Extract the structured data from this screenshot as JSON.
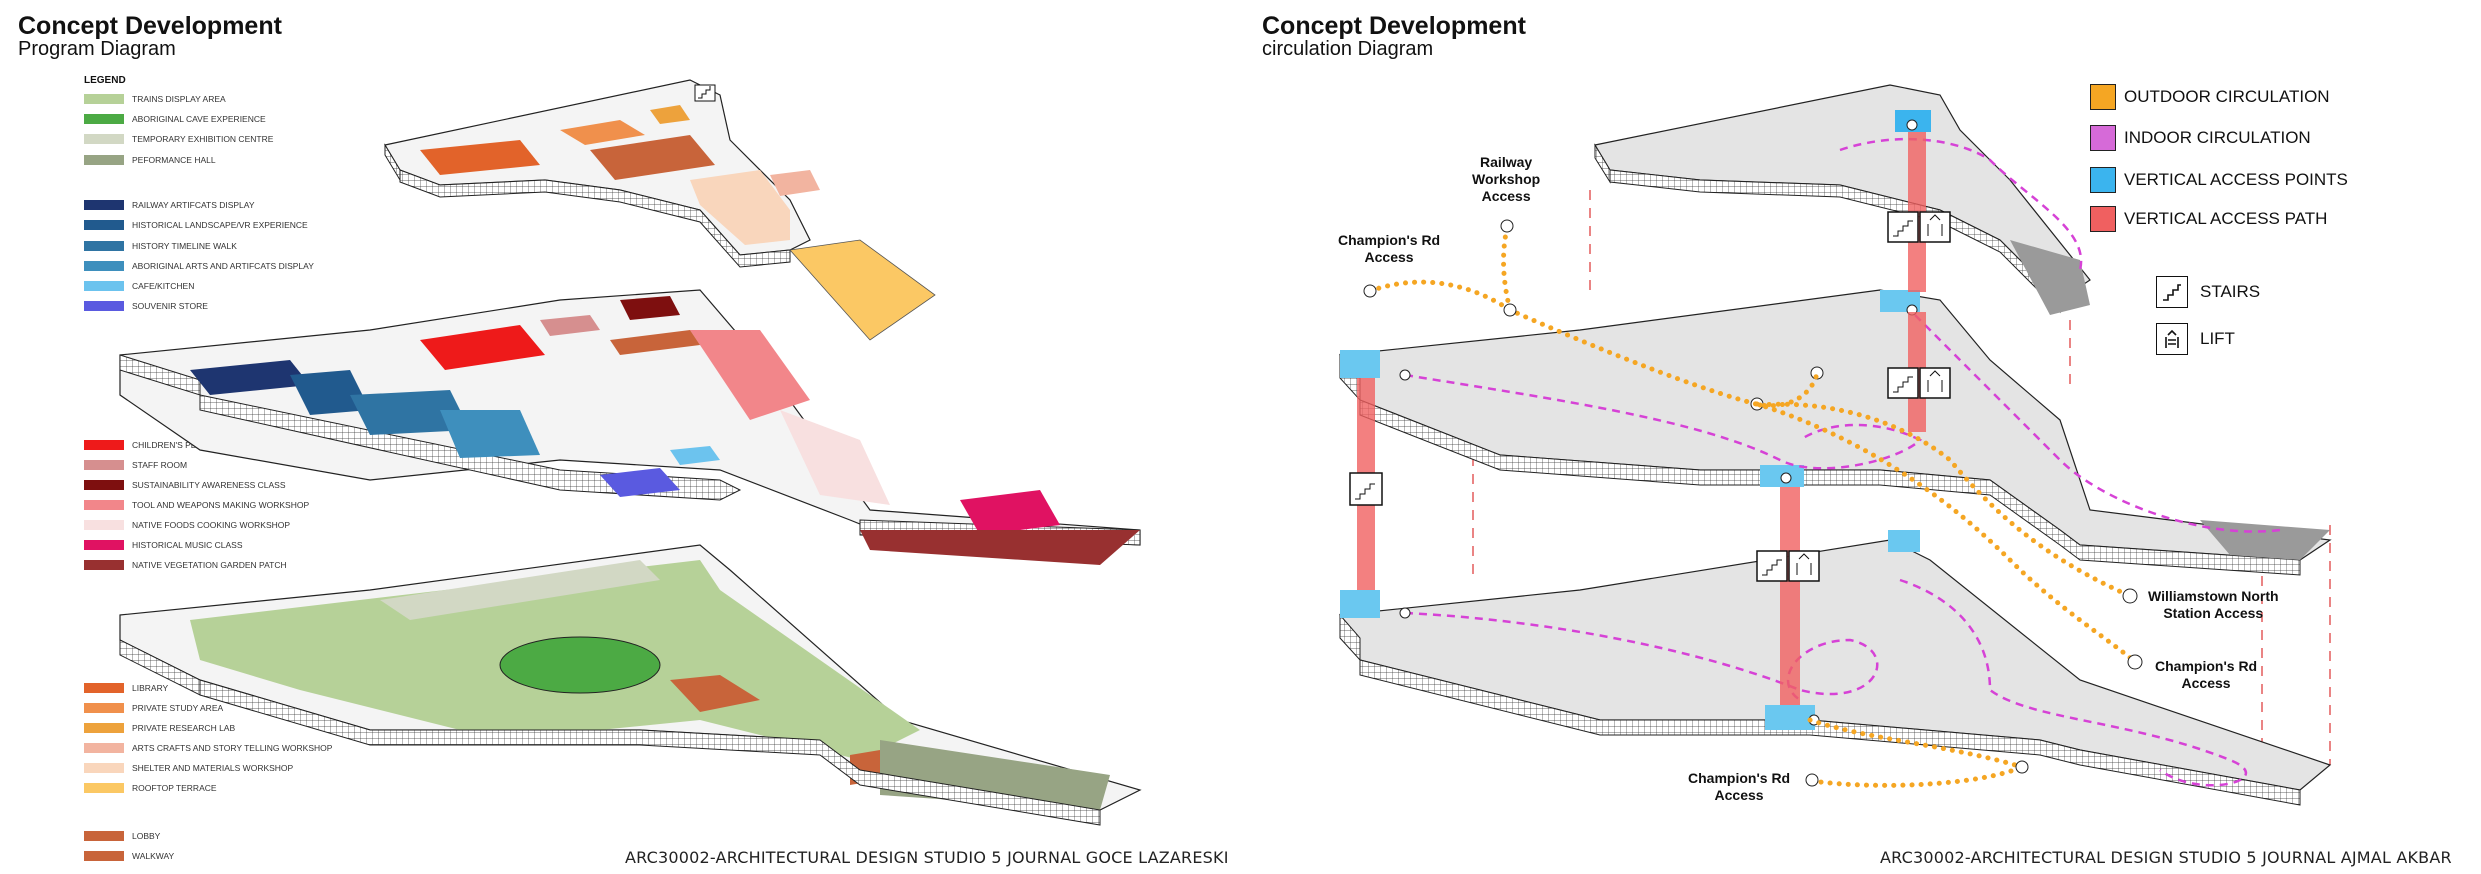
{
  "left_panel": {
    "title": "Concept Development",
    "subtitle": "Program Diagram",
    "legend_title": "LEGEND",
    "footer": "ARC30002-ARCHITECTURAL DESIGN STUDIO 5   JOURNAL  GOCE LAZARESKI",
    "legend_groups": [
      [
        {
          "label": "TRAINS DISPLAY AREA",
          "color": "#b6d198"
        },
        {
          "label": "ABORIGINAL CAVE EXPERIENCE",
          "color": "#4caa44"
        },
        {
          "label": "TEMPORARY EXHIBITION CENTRE",
          "color": "#d2d8c4"
        },
        {
          "label": "PEFORMANCE HALL",
          "color": "#97a484"
        }
      ],
      [
        {
          "label": "RAILWAY ARTIFCATS DISPLAY",
          "color": "#1e3570"
        },
        {
          "label": "HISTORICAL LANDSCAPE/VR EXPERIENCE",
          "color": "#215a8e"
        },
        {
          "label": "HISTORY TIMELINE WALK",
          "color": "#2f74a3"
        },
        {
          "label": "ABORIGINAL ARTS AND ARTIFCATS DISPLAY",
          "color": "#3e8fbd"
        },
        {
          "label": "CAFE/KITCHEN",
          "color": "#6cc3ee"
        },
        {
          "label": "SOUVENIR STORE",
          "color": "#5a5ae0"
        }
      ],
      [
        {
          "label": "CHILDREN'S PLAYGROUND AREA",
          "color": "#ee1a1a"
        },
        {
          "label": "STAFF ROOM",
          "color": "#d68f8f"
        },
        {
          "label": "SUSTAINABILITY AWARENESS CLASS",
          "color": "#7e0f0f"
        },
        {
          "label": "TOOL AND WEAPONS MAKING WORKSHOP",
          "color": "#f2868a"
        },
        {
          "label": "NATIVE FOODS COOKING WORKSHOP",
          "color": "#f8e0e0"
        },
        {
          "label": "HISTORICAL MUSIC CLASS",
          "color": "#e01262"
        },
        {
          "label": "NATIVE VEGETATION GARDEN PATCH",
          "color": "#983030"
        }
      ],
      [
        {
          "label": "LIBRARY",
          "color": "#e2632a"
        },
        {
          "label": "PRIVATE STUDY AREA",
          "color": "#f0904c"
        },
        {
          "label": "PRIVATE RESEARCH LAB",
          "color": "#eda23c"
        },
        {
          "label": "ARTS CRAFTS AND STORY TELLING WORKSHOP",
          "color": "#f2b4a0"
        },
        {
          "label": "SHELTER AND MATERIALS WORKSHOP",
          "color": "#f9d6bc"
        },
        {
          "label": "ROOFTOP TERRACE",
          "color": "#fbc864"
        }
      ],
      [
        {
          "label": "LOBBY",
          "color": "#c8643a"
        },
        {
          "label": "WALKWAY",
          "color": "#c8643a"
        }
      ]
    ]
  },
  "right_panel": {
    "title": "Concept Development",
    "subtitle": "circulation Diagram",
    "footer": "ARC30002-ARCHITECTURAL DESIGN STUDIO 5   JOURNAL    AJMAL AKBAR",
    "circulation_legend": [
      {
        "label": "OUTDOOR CIRCULATION",
        "color": "#f5a623"
      },
      {
        "label": "INDOOR CIRCULATION",
        "color": "#d66ad8"
      },
      {
        "label": "VERTICAL ACCESS POINTS",
        "color": "#3bb4ee"
      },
      {
        "label": "VERTICAL ACCESS PATH",
        "color": "#f06060"
      }
    ],
    "icon_legend": [
      {
        "label": "STAIRS",
        "icon": "stairs-icon"
      },
      {
        "label": "LIFT",
        "icon": "lift-icon"
      }
    ],
    "access_labels": [
      "Railway\nWorkshop\nAccess",
      "Champion's Rd\nAccess",
      "Williamstown North\nStation Access",
      "Champion's Rd\nAccess",
      "Champion's Rd\nAccess"
    ]
  }
}
